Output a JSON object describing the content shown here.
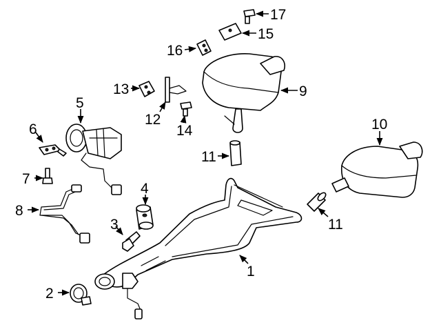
{
  "diagram": {
    "callouts": [
      {
        "id": "1",
        "label": "1"
      },
      {
        "id": "2",
        "label": "2"
      },
      {
        "id": "3",
        "label": "3"
      },
      {
        "id": "4",
        "label": "4"
      },
      {
        "id": "5",
        "label": "5"
      },
      {
        "id": "6",
        "label": "6"
      },
      {
        "id": "7",
        "label": "7"
      },
      {
        "id": "8",
        "label": "8"
      },
      {
        "id": "9",
        "label": "9"
      },
      {
        "id": "10",
        "label": "10"
      },
      {
        "id": "11a",
        "label": "11"
      },
      {
        "id": "11b",
        "label": "11"
      },
      {
        "id": "12",
        "label": "12"
      },
      {
        "id": "13",
        "label": "13"
      },
      {
        "id": "14",
        "label": "14"
      },
      {
        "id": "15",
        "label": "15"
      },
      {
        "id": "16",
        "label": "16"
      },
      {
        "id": "17",
        "label": "17"
      }
    ]
  }
}
